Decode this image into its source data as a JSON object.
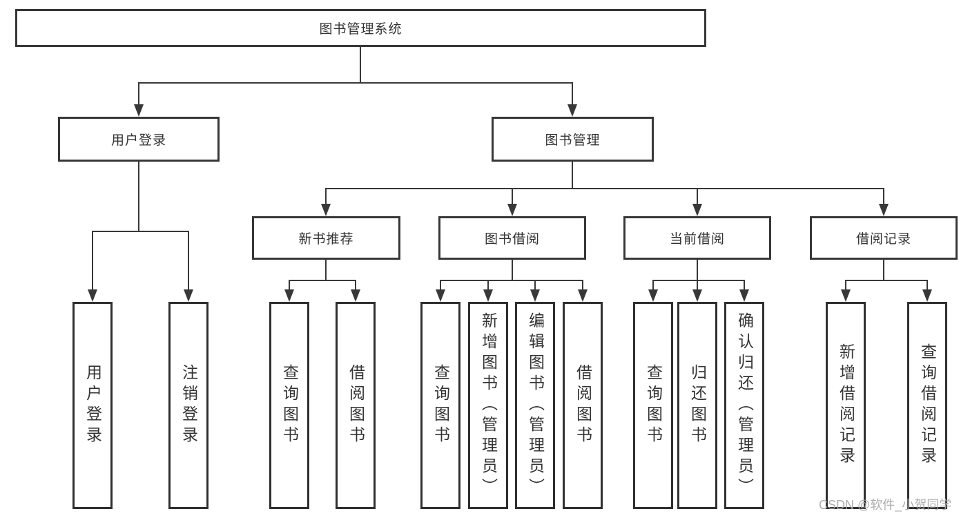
{
  "diagram": {
    "title": "图书管理系统",
    "tree": {
      "root": {
        "label": "图书管理系统"
      },
      "branches": [
        {
          "label": "用户登录",
          "children": [
            {
              "label": "用户登录"
            },
            {
              "label": "注销登录"
            }
          ]
        },
        {
          "label": "图书管理",
          "children": [
            {
              "label": "新书推荐",
              "children": [
                {
                  "label": "查询图书"
                },
                {
                  "label": "借阅图书"
                }
              ]
            },
            {
              "label": "图书借阅",
              "children": [
                {
                  "label": "查询图书"
                },
                {
                  "label": "新增图书（管理员）"
                },
                {
                  "label": "编辑图书（管理员）"
                },
                {
                  "label": "借阅图书"
                }
              ]
            },
            {
              "label": "当前借阅",
              "children": [
                {
                  "label": "查询图书"
                },
                {
                  "label": "归还图书"
                },
                {
                  "label": "确认归还（管理员）"
                }
              ]
            },
            {
              "label": "借阅记录",
              "children": [
                {
                  "label": "新增借阅记录"
                },
                {
                  "label": "查询借阅记录"
                }
              ]
            }
          ]
        }
      ]
    },
    "watermark": "CSDN @软件_小贺同学",
    "colors": {
      "line": "#383838",
      "text": "#333333",
      "box_background": "#ffffff",
      "watermark": "#aaaaaa"
    }
  }
}
